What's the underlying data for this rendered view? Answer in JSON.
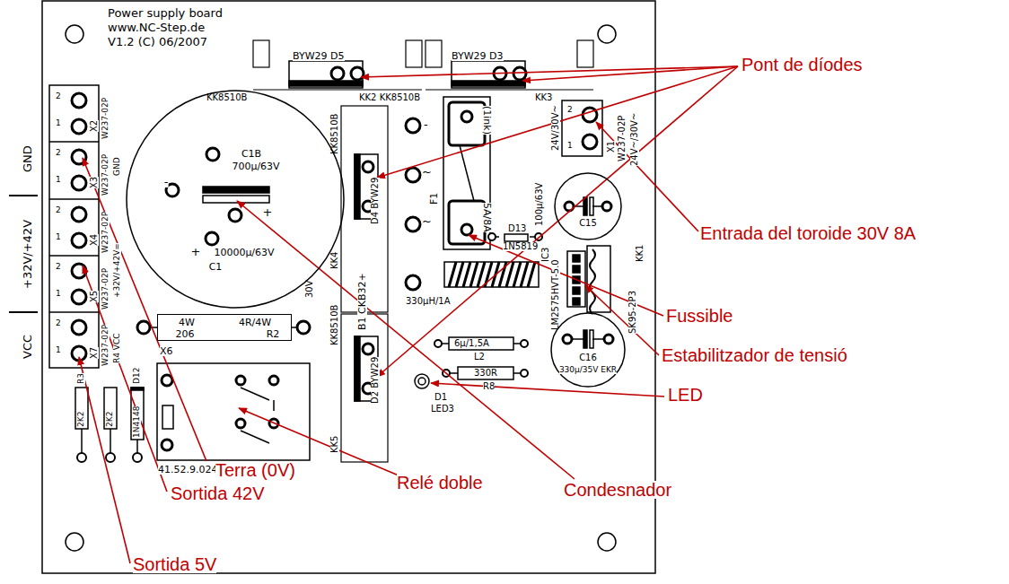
{
  "diagram": {
    "nodes": [
      {
        "text": [
          "C1B",
          "700μ/63V",
          "-",
          "+",
          "+",
          "10000μ/63V",
          "C1"
        ]
      },
      {
        "text": [
          "4W",
          "4R/4W",
          "206",
          "R2"
        ]
      },
      {
        "text": [
          "C15"
        ]
      },
      {
        "text": [
          "C16",
          "330μ/35V EKR"
        ]
      }
    ],
    "labels": [
      "Power supply board",
      "www.NC-Step.de",
      "V1.2 (C) 06/2007",
      "BYW29 D5",
      "BYW29 D3",
      "KK8510B",
      "KK2 KK8510B",
      "KK3",
      "KK8510B",
      "D4 BYW29",
      "-",
      "~",
      "~",
      "KK4",
      "30V",
      "KK8510B",
      "B1 CKB32+",
      "KK5",
      "D2 BYW29",
      "(1ink)",
      "5A/8A",
      "F1",
      "24V/30V~",
      "2",
      "1",
      "X1",
      "W237-02P",
      "24V~/30V~",
      "100μ/63V",
      "D13",
      "1N5819",
      "IC3",
      "LM2575HVT-5.0",
      "KK1",
      "SK95-2P3",
      "330μH/1A",
      "6μ/1,5A",
      "L2",
      "330R",
      "R8",
      "D1",
      "LED3",
      "GND",
      "+32V/+42V",
      "VCC",
      "2",
      "1",
      "X2",
      "W237-02P",
      "2",
      "1",
      "X3",
      "W237-02P",
      "2",
      "1",
      "X4",
      "W237-02P",
      "2",
      "1",
      "X5",
      "W237-02P",
      "2",
      "1",
      "X7",
      "W237-02P",
      "GND",
      "+32V/+42V=",
      "R4 VCC",
      "R3",
      "2K2",
      "2K2",
      "D12",
      "1N4148",
      "X6",
      "41.52.9.024",
      "Pont de díodes",
      "Entrada del toroide 30V 8A",
      "Fussible",
      "Estabilitzador de tensió",
      "LED",
      "Condesnador",
      "Relé doble",
      "Terra (0V)",
      "Sortida 42V",
      "Sortida 5V"
    ]
  }
}
